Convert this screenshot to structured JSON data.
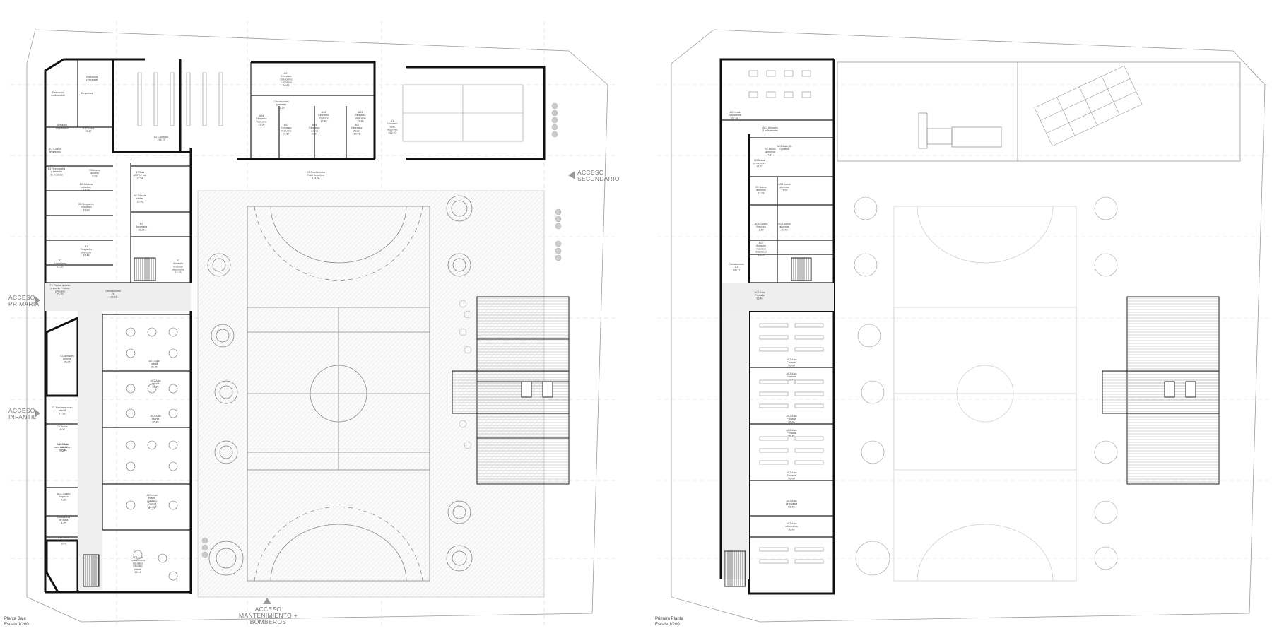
{
  "plans": [
    {
      "id": "planta-baja",
      "title": "Planta Baja",
      "scale": "Escala 1/200",
      "access_labels": [
        {
          "id": "acceso-secundario",
          "lines": [
            "ACCESO",
            "SECUNDARIO"
          ]
        },
        {
          "id": "acceso-primaria",
          "lines": [
            "ACCESO",
            "PRIMARIA"
          ]
        },
        {
          "id": "acceso-infantil",
          "lines": [
            "ACCESO",
            "INFANTIL"
          ]
        },
        {
          "id": "acceso-mantenimiento",
          "lines": [
            "ACCESO",
            "MANTENIMIENTO + BOMBEROS"
          ]
        }
      ],
      "rooms": [
        [
          "Despacho",
          "de dirección"
        ],
        [
          "Despensa"
        ],
        [
          "Vestuarios",
          "y personal"
        ],
        [
          "Almacén",
          "preparados"
        ],
        [
          "D1 Cocina",
          "72,47"
        ],
        [
          "D1 Comedor",
          "196,72"
        ],
        [
          "E3 Cuarto",
          "de limpieza"
        ],
        [
          "E4 Reprografía",
          "y almacén",
          "de material"
        ],
        [
          "E5 Aseos",
          "adultos",
          "6,53"
        ],
        [
          "B6 Despacho",
          "psicólogo",
          "15,89"
        ],
        [
          "B5 Jefatura",
          "estudios",
          "14,29"
        ],
        [
          "B1",
          "Despacho",
          "dirección",
          "16,48"
        ],
        [
          "B3",
          "Conserjería",
          "12,30"
        ],
        [
          "B7 Sala",
          "AMPA + tut.",
          "22,54"
        ],
        [
          "B4 Sala de",
          "visitas",
          "15,46"
        ],
        [
          "B2",
          "Secretaría",
          "26,28"
        ],
        [
          "A5",
          "Almacén",
          "recursos",
          "deportivos",
          "19,25"
        ],
        [
          "F1 Porche acceso",
          "primaria + hueco",
          "principal",
          "75,20"
        ],
        [
          "Circulaciones",
          "76",
          "122,21"
        ],
        [
          "A07",
          "Gimnasio:",
          "almacenes",
          "y conserje",
          "33,61"
        ],
        [
          "Circulaciones",
          "gimnasio",
          "52,39"
        ],
        [
          "A04",
          "Gimnasio:",
          "Vestuario",
          "21,90"
        ],
        [
          "A03",
          "Gimnasio:",
          "Vestuario",
          "15,67"
        ],
        [
          "A04",
          "Gimnasio:",
          "Aseos",
          "10,21"
        ],
        [
          "A05",
          "Gimnasio:",
          "Profesor",
          "17,48"
        ],
        [
          "A02",
          "Gimnasio:",
          "Aseos",
          "10,09"
        ],
        [
          "A03",
          "Gimnasio:",
          "Vestuario",
          "21,88"
        ],
        [
          "A1",
          "Gimnasio:",
          "Sala",
          "deportiva",
          "316,70"
        ],
        [
          "E1 Porche zona",
          "Patio deportivo",
          "114,00"
        ],
        [
          "C1 Almacén",
          "general",
          "25,25"
        ],
        [
          "F1 Porche acceso",
          "infantil",
          "17,16"
        ],
        [
          "C3 Aseos",
          "6,09"
        ],
        [
          "AC2 Aula",
          "infantil",
          "25,45"
        ],
        [
          "AC1 Aula",
          "infantil",
          "55,45"
        ],
        [
          "AC2 Aula",
          "infantil",
          "55,45"
        ],
        [
          "AC3 Aula",
          "infantil",
          "55,45"
        ],
        [
          "AC1 Sala",
          "usos múltiples",
          "59,24"
        ],
        [
          "AC2 Cuarto",
          "limpieza",
          "4,80"
        ],
        [
          "Contadores",
          "de agua",
          "4,85"
        ],
        [
          "C3 Cuarto",
          "de calderas",
          "6,67"
        ],
        [
          "AC2 Aula",
          "infantil",
          "polivalen",
          "cialos",
          "60,25"
        ],
        [
          "AC3 Aula",
          "polivalente a",
          "las aulas",
          "infantiles",
          "infantil",
          "62,12"
        ]
      ]
    },
    {
      "id": "primera-planta",
      "title": "Primera Planta",
      "scale": "Escala 1/200",
      "rooms": [
        [
          "AC5 Aula",
          "polivalente",
          "61,48"
        ],
        [
          "AC4 Almacén",
          "3 polivalentes"
        ],
        [
          "AC5 Aula (D)",
          "Optativa"
        ],
        [
          "B3 Aseos",
          "profesores",
          "21,62"
        ],
        [
          "B2 Aseos",
          "alumnos",
          "4,61"
        ],
        [
          "AC3 Aseos",
          "alumnos",
          "21,62"
        ],
        [
          "B1 Aseos",
          "alumnos",
          "13,93"
        ],
        [
          "AC4 Aseos",
          "alumnas",
          "20,49"
        ],
        [
          "AC6 Cuarto",
          "limpieza",
          "3,49"
        ],
        [
          "AC7",
          "Almacén",
          "recursos",
          "didácticos",
          "15,25"
        ],
        [
          "Circulaciones",
          "A1",
          "130,11"
        ],
        [
          "AC2 Aula",
          "Primaria",
          "55,45"
        ],
        [
          "AC2 Aula",
          "Primaria",
          "55,45"
        ],
        [
          "AC3 Aula",
          "Primaria",
          "55,45"
        ],
        [
          "AC2 Aula",
          "Primaria",
          "55,45"
        ],
        [
          "AC2 Aula",
          "Primaria",
          "55,45"
        ],
        [
          "AC2 Aula",
          "Primaria",
          "55,45"
        ],
        [
          "AC1 Aula",
          "de música",
          "55,45"
        ],
        [
          "AC1 Aula",
          "informática",
          "55,45"
        ]
      ]
    }
  ]
}
